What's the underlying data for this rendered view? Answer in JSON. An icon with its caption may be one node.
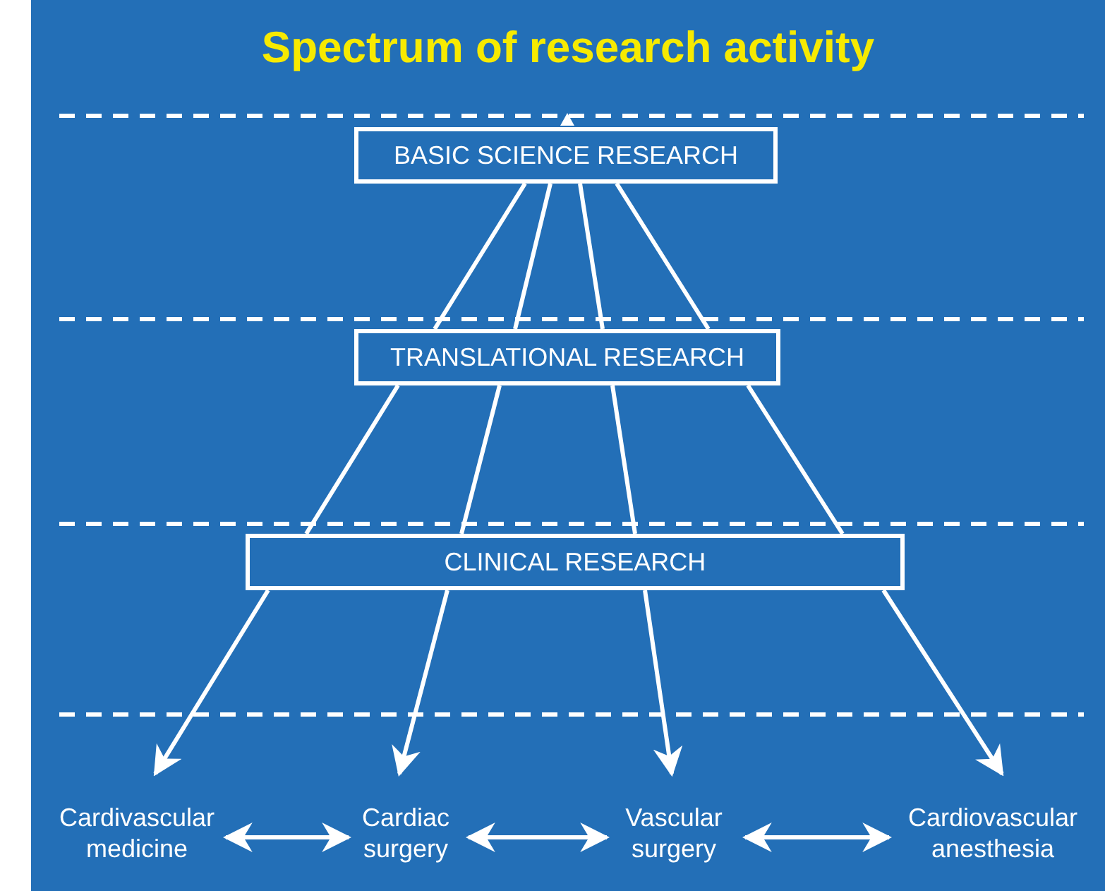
{
  "diagram": {
    "title": "Spectrum of research activity",
    "nodes": [
      {
        "text": [
          "BASIC SCIENCE RESEARCH"
        ]
      },
      {
        "text": [
          "TRANSLATIONAL RESEARCH"
        ]
      },
      {
        "text": [
          "CLINICAL RESEARCH"
        ]
      },
      {
        "text": [
          "Cardivascular medicine"
        ]
      },
      {
        "text": [
          "Cardiac surgery"
        ]
      },
      {
        "text": [
          "Vascular surgery"
        ]
      },
      {
        "text": [
          "Cardiovascular anesthesia"
        ]
      }
    ],
    "edges": [
      {
        "from": 0,
        "to": 1,
        "arrow": "none"
      },
      {
        "from": 0,
        "to": 1,
        "arrow": "none"
      },
      {
        "from": 0,
        "to": 1,
        "arrow": "none"
      },
      {
        "from": 0,
        "to": 1,
        "arrow": "none"
      },
      {
        "from": 1,
        "to": 2,
        "arrow": "none"
      },
      {
        "from": 1,
        "to": 2,
        "arrow": "none"
      },
      {
        "from": 1,
        "to": 2,
        "arrow": "none"
      },
      {
        "from": 1,
        "to": 2,
        "arrow": "none"
      },
      {
        "from": 2,
        "to": 3,
        "arrow": "to"
      },
      {
        "from": 2,
        "to": 4,
        "arrow": "to"
      },
      {
        "from": 2,
        "to": 5,
        "arrow": "to"
      },
      {
        "from": 2,
        "to": 6,
        "arrow": "to"
      },
      {
        "from": 3,
        "to": 4,
        "arrow": "both"
      },
      {
        "from": 4,
        "to": 5,
        "arrow": "both"
      },
      {
        "from": 5,
        "to": 6,
        "arrow": "both"
      }
    ]
  }
}
